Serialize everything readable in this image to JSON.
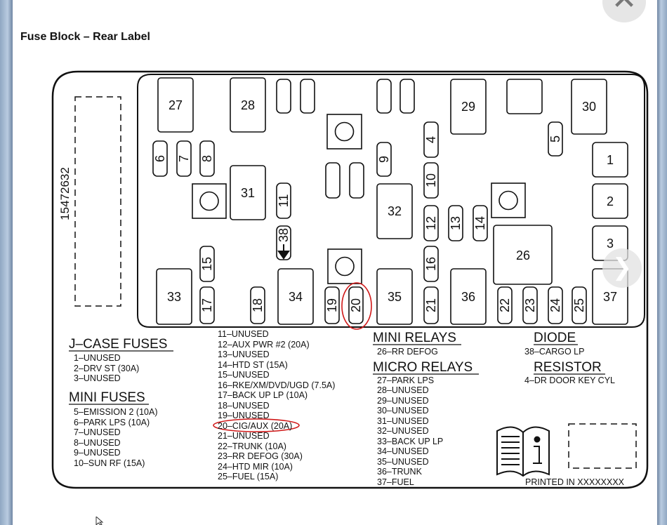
{
  "page_title": "Fuse Block – Rear Label",
  "icons": {
    "close": "close-icon",
    "next": "chevron-right-icon",
    "manual": "owners-manual-info-icon",
    "cursor": "mouse-cursor-icon"
  },
  "colors": {
    "highlight": "#d01818",
    "line": "#111111",
    "frame": "#8fa7c2"
  },
  "diagram": {
    "part_number": "15472632",
    "highlighted_fuse": "20",
    "fuse_numbers": [
      "27",
      "28",
      "29",
      "30",
      "6",
      "7",
      "8",
      "31",
      "11",
      "38",
      "9",
      "4",
      "10",
      "5",
      "1",
      "2",
      "32",
      "12",
      "13",
      "14",
      "26",
      "3",
      "15",
      "16",
      "33",
      "17",
      "18",
      "34",
      "19",
      "20",
      "35",
      "21",
      "36",
      "22",
      "23",
      "24",
      "25",
      "37"
    ]
  },
  "legend": {
    "jcase": {
      "heading": "J–CASE FUSES",
      "items": [
        "1–UNUSED",
        "2–DRV ST (30A)",
        "3–UNUSED"
      ]
    },
    "mini_fuses": {
      "heading": "MINI FUSES",
      "items": [
        "5–EMISSION 2 (10A)",
        "6–PARK LPS (10A)",
        "7–UNUSED",
        "8–UNUSED",
        "9–UNUSED",
        "10–SUN RF (15A)"
      ]
    },
    "fuses_cont": [
      "11–UNUSED",
      "12–AUX PWR #2 (20A)",
      "13–UNUSED",
      "14–HTD ST (15A)",
      "15–UNUSED",
      "16–RKE/XM/DVD/UGD (7.5A)",
      "17–BACK UP LP (10A)",
      "18–UNUSED",
      "19–UNUSED",
      "20–CIG/AUX (20A)",
      "21–UNUSED",
      "22–TRUNK (10A)",
      "23–RR DEFOG (30A)",
      "24–HTD MIR (10A)",
      "25–FUEL (15A)"
    ],
    "mini_relays": {
      "heading": "MINI RELAYS",
      "items": [
        "26–RR DEFOG"
      ]
    },
    "micro_relays": {
      "heading": "MICRO RELAYS",
      "items": [
        "27–PARK LPS",
        "28–UNUSED",
        "29–UNUSED",
        "30–UNUSED",
        "31–UNUSED",
        "32–UNUSED",
        "33–BACK UP LP",
        "34–UNUSED",
        "35–UNUSED",
        "36–TRUNK",
        "37–FUEL"
      ]
    },
    "diode": {
      "heading": "DIODE",
      "items": [
        "38–CARGO LP"
      ]
    },
    "resistor": {
      "heading": "RESISTOR",
      "items": [
        "4–DR DOOR KEY CYL"
      ]
    },
    "printed_in": "PRINTED IN XXXXXXXX"
  }
}
